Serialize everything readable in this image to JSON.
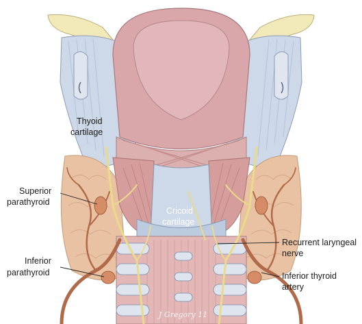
{
  "labels": {
    "thyroid_cartilage_line1": "Thyoid",
    "thyroid_cartilage_line2": "cartilage",
    "cricoid_cartilage_line1": "Cricoid",
    "cricoid_cartilage_line2": "cartilage",
    "superior_parathyroid_line1": "Superior",
    "superior_parathyroid_line2": "parathyroid",
    "inferior_parathyroid_line1": "Inferior",
    "inferior_parathyroid_line2": "parathyroid",
    "recurrent_laryngeal_line1": "Recurrent laryngeal",
    "recurrent_laryngeal_line2": "nerve",
    "inferior_thyroid_artery_line1": "Inferior thyroid",
    "inferior_thyroid_artery_line2": "artery"
  },
  "signature": "J Gregory 11",
  "colors": {
    "cartilage": "#cdd8e8",
    "cartilage_shadow": "#a9b8cf",
    "bone": "#f1e9b8",
    "muscle": "#dcb0ae",
    "muscle_dark": "#c48f8e",
    "epiglottis": "#d9a6aa",
    "thyroid_gland": "#e8c2a3",
    "artery": "#b06a4a",
    "nerve": "#eadb8a",
    "parathyroid": "#d58c67",
    "trachea_ring": "#dfe5ef"
  }
}
